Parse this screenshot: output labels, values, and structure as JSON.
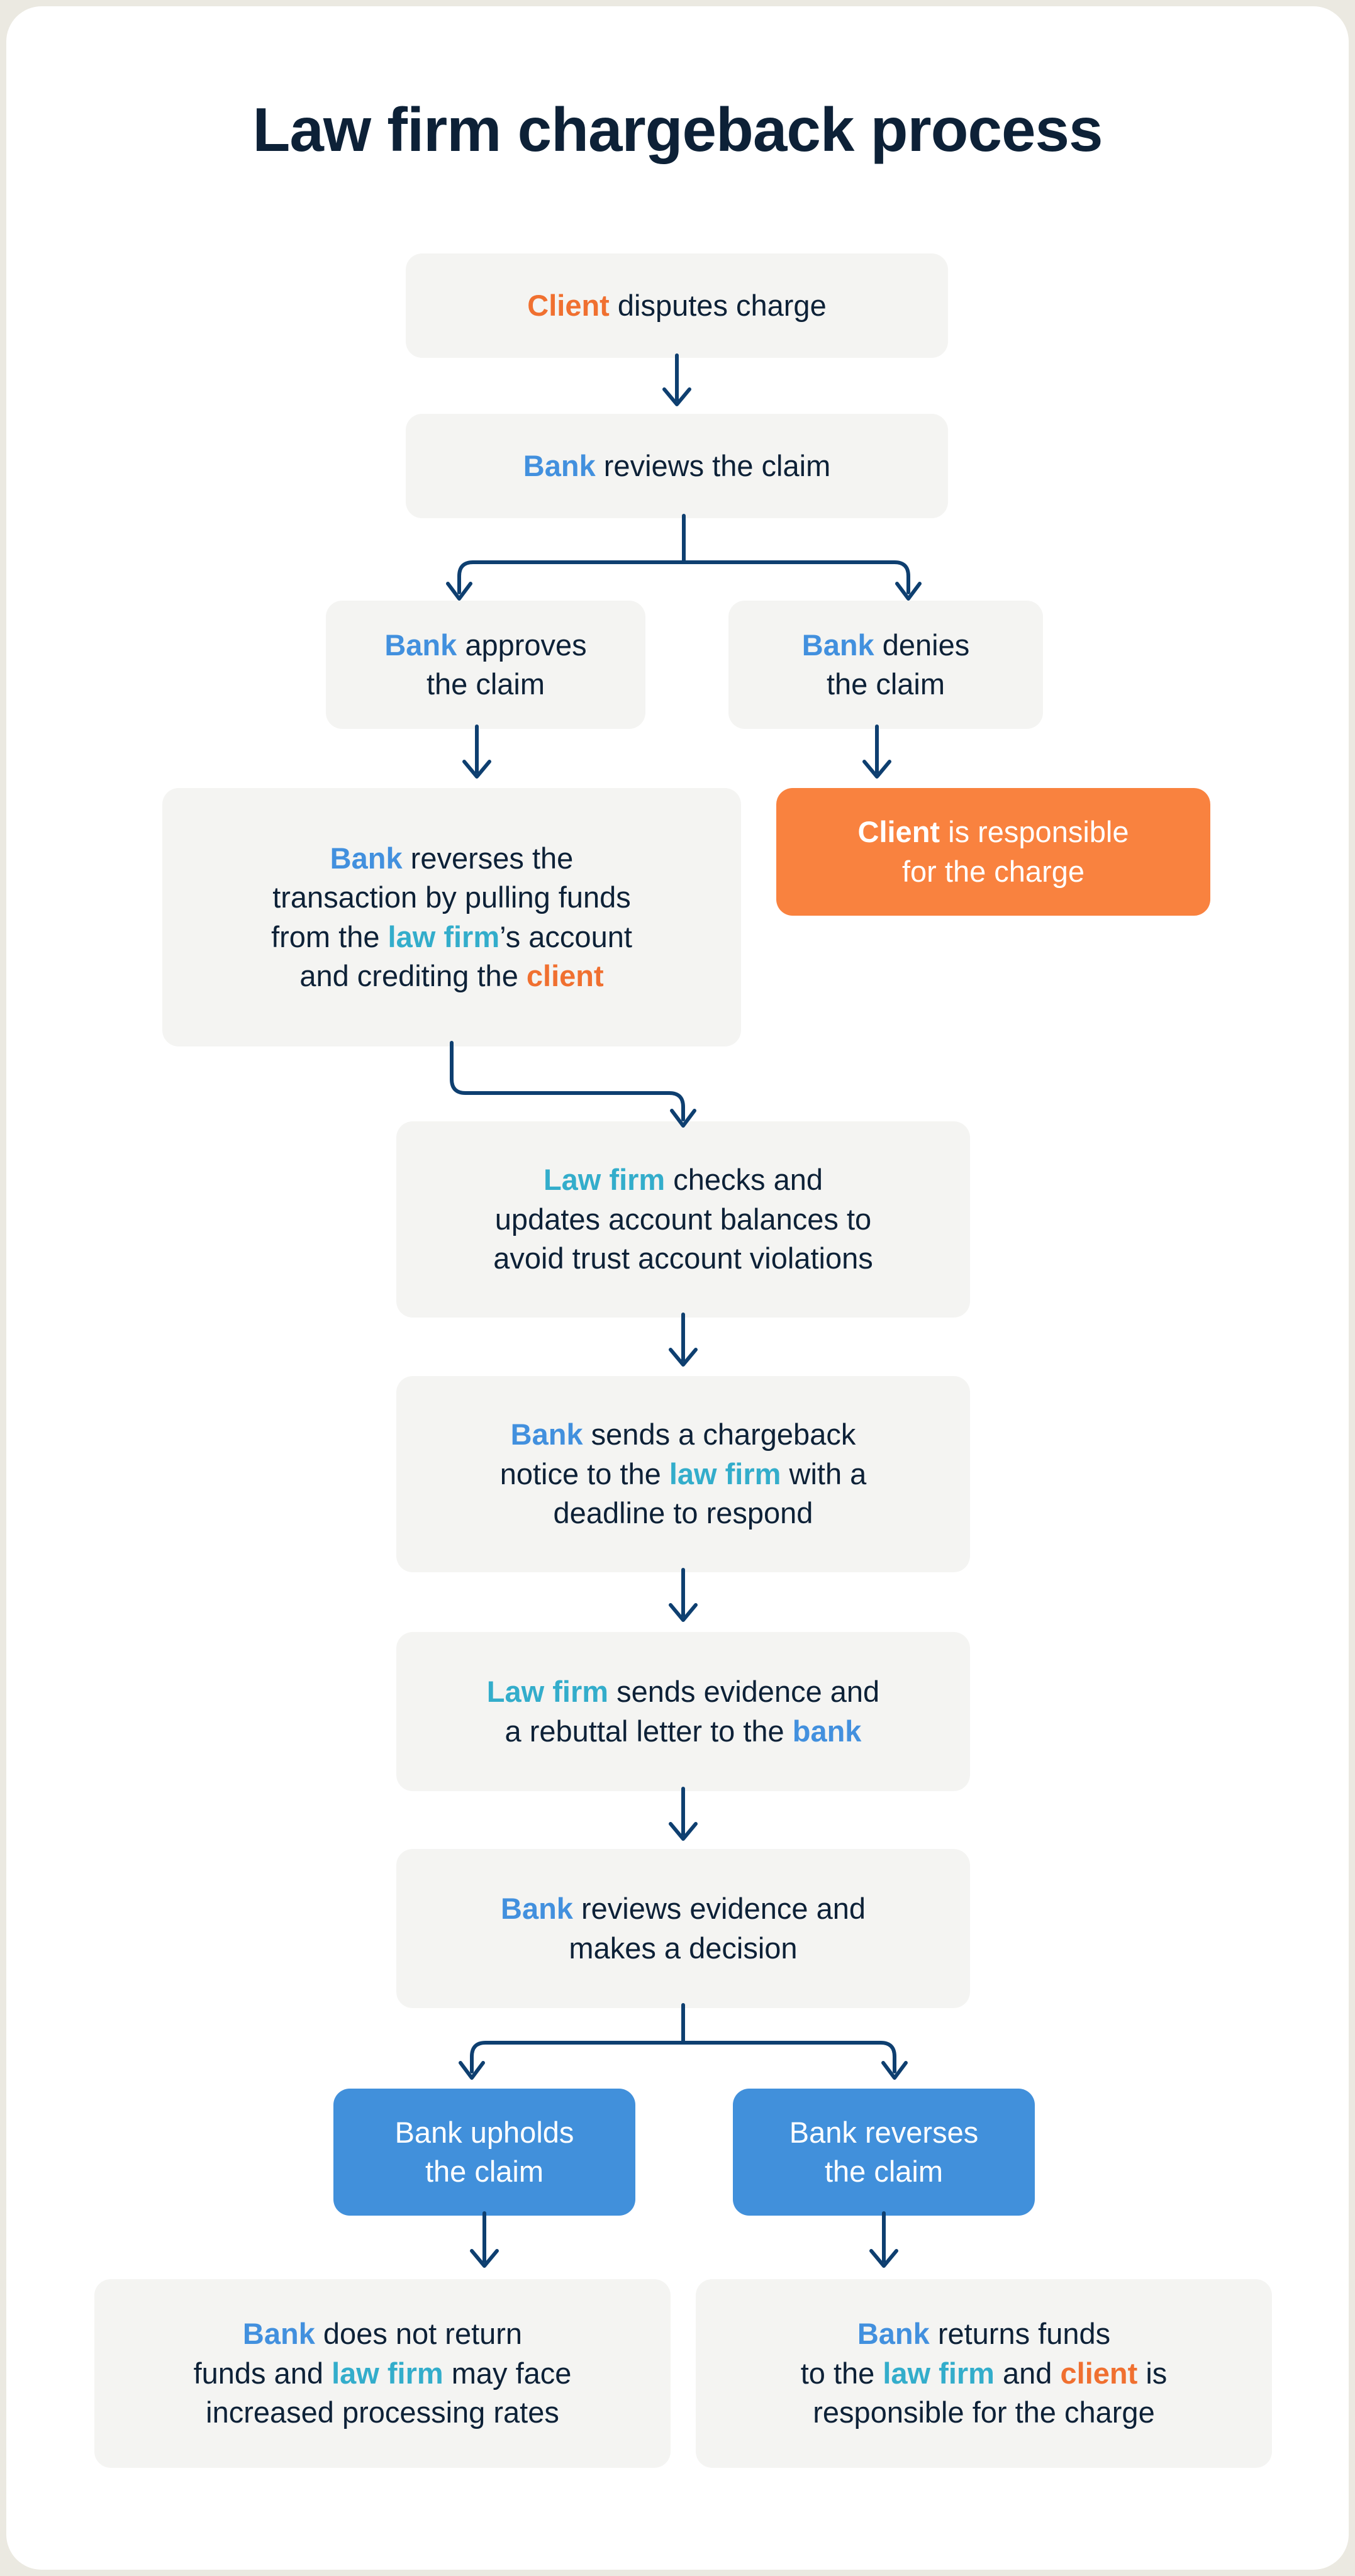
{
  "page": {
    "title": "Law firm chargeback process",
    "background_color": "#ebe9e1",
    "card_color": "#ffffff"
  },
  "colors": {
    "bank": "#4290de",
    "client": "#f07030",
    "law_firm": "#33adcb",
    "node_bg": "#f4f4f2",
    "orange_node_bg": "#f9823f",
    "blue_node_bg": "#4190db",
    "connector": "#0e3f70",
    "text": "#0d2137"
  },
  "chart_data": {
    "type": "flowchart",
    "title": "Law firm chargeback process",
    "orientation": "top-to-bottom",
    "nodes": [
      {
        "id": "n1",
        "text": "Client disputes charge",
        "style": "gray"
      },
      {
        "id": "n2",
        "text": "Bank reviews the claim",
        "style": "gray"
      },
      {
        "id": "n3",
        "text": "Bank approves the claim",
        "style": "gray"
      },
      {
        "id": "n4",
        "text": "Bank denies the claim",
        "style": "gray"
      },
      {
        "id": "n5",
        "text": "Bank reverses the transaction by pulling funds from the law firm's account and crediting the client",
        "style": "gray"
      },
      {
        "id": "n6",
        "text": "Client is responsible for the charge",
        "style": "orange"
      },
      {
        "id": "n7",
        "text": "Law firm checks and updates account balances to avoid trust account violations",
        "style": "gray"
      },
      {
        "id": "n8",
        "text": "Bank sends a chargeback notice to the law firm with a deadline to respond",
        "style": "gray"
      },
      {
        "id": "n9",
        "text": "Law firm sends evidence and a rebuttal letter to the bank",
        "style": "gray"
      },
      {
        "id": "n10",
        "text": "Bank reviews evidence and makes a decision",
        "style": "gray"
      },
      {
        "id": "n11",
        "text": "Bank upholds the claim",
        "style": "blue"
      },
      {
        "id": "n12",
        "text": "Bank reverses the claim",
        "style": "blue"
      },
      {
        "id": "n13",
        "text": "Bank does not return funds and law firm may face increased processing rates",
        "style": "gray"
      },
      {
        "id": "n14",
        "text": "Bank returns funds to the law firm and client is responsible for the charge",
        "style": "gray"
      }
    ],
    "edges": [
      {
        "from": "n1",
        "to": "n2",
        "kind": "straight"
      },
      {
        "from": "n2",
        "to": "n3",
        "kind": "branch-left"
      },
      {
        "from": "n2",
        "to": "n4",
        "kind": "branch-right"
      },
      {
        "from": "n3",
        "to": "n5",
        "kind": "straight"
      },
      {
        "from": "n4",
        "to": "n6",
        "kind": "straight"
      },
      {
        "from": "n5",
        "to": "n7",
        "kind": "step-right"
      },
      {
        "from": "n7",
        "to": "n8",
        "kind": "straight"
      },
      {
        "from": "n8",
        "to": "n9",
        "kind": "straight"
      },
      {
        "from": "n9",
        "to": "n10",
        "kind": "straight"
      },
      {
        "from": "n10",
        "to": "n11",
        "kind": "branch-left"
      },
      {
        "from": "n10",
        "to": "n12",
        "kind": "branch-right"
      },
      {
        "from": "n11",
        "to": "n13",
        "kind": "straight"
      },
      {
        "from": "n12",
        "to": "n14",
        "kind": "straight"
      }
    ]
  },
  "nodes": {
    "n1": {
      "parts": [
        {
          "text": "Client",
          "kw": "client"
        },
        {
          "text": " disputes charge",
          "kw": ""
        }
      ]
    },
    "n2": {
      "parts": [
        {
          "text": "Bank",
          "kw": "bank"
        },
        {
          "text": " reviews the claim",
          "kw": ""
        }
      ]
    },
    "n3": {
      "parts": [
        {
          "text": "Bank",
          "kw": "bank"
        },
        {
          "text": " approves",
          "kw": ""
        },
        {
          "text": "\n",
          "kw": "br"
        },
        {
          "text": "the claim",
          "kw": ""
        }
      ]
    },
    "n4": {
      "parts": [
        {
          "text": "Bank",
          "kw": "bank"
        },
        {
          "text": " denies",
          "kw": ""
        },
        {
          "text": "\n",
          "kw": "br"
        },
        {
          "text": "the claim",
          "kw": ""
        }
      ]
    },
    "n5": {
      "parts": [
        {
          "text": "Bank",
          "kw": "bank"
        },
        {
          "text": " reverses the",
          "kw": ""
        },
        {
          "text": "\n",
          "kw": "br"
        },
        {
          "text": "transaction by pulling funds",
          "kw": ""
        },
        {
          "text": "\n",
          "kw": "br"
        },
        {
          "text": "from the ",
          "kw": ""
        },
        {
          "text": "law firm",
          "kw": "firm"
        },
        {
          "text": "’s account",
          "kw": ""
        },
        {
          "text": "\n",
          "kw": "br"
        },
        {
          "text": "and crediting the ",
          "kw": ""
        },
        {
          "text": "client",
          "kw": "client"
        }
      ]
    },
    "n6": {
      "parts": [
        {
          "text": "Client",
          "kw": "client"
        },
        {
          "text": " is responsible",
          "kw": ""
        },
        {
          "text": "\n",
          "kw": "br"
        },
        {
          "text": "for the charge",
          "kw": ""
        }
      ]
    },
    "n7": {
      "parts": [
        {
          "text": "Law firm",
          "kw": "firm"
        },
        {
          "text": " checks and",
          "kw": ""
        },
        {
          "text": "\n",
          "kw": "br"
        },
        {
          "text": "updates account balances to",
          "kw": ""
        },
        {
          "text": "\n",
          "kw": "br"
        },
        {
          "text": "avoid trust account violations",
          "kw": ""
        }
      ]
    },
    "n8": {
      "parts": [
        {
          "text": "Bank",
          "kw": "bank"
        },
        {
          "text": " sends a chargeback",
          "kw": ""
        },
        {
          "text": "\n",
          "kw": "br"
        },
        {
          "text": "notice to the ",
          "kw": ""
        },
        {
          "text": "law firm",
          "kw": "firm"
        },
        {
          "text": " with a",
          "kw": ""
        },
        {
          "text": "\n",
          "kw": "br"
        },
        {
          "text": "deadline to respond",
          "kw": ""
        }
      ]
    },
    "n9": {
      "parts": [
        {
          "text": "Law firm",
          "kw": "firm"
        },
        {
          "text": " sends evidence and",
          "kw": ""
        },
        {
          "text": "\n",
          "kw": "br"
        },
        {
          "text": "a rebuttal letter to the ",
          "kw": ""
        },
        {
          "text": "bank",
          "kw": "bank"
        }
      ]
    },
    "n10": {
      "parts": [
        {
          "text": "Bank",
          "kw": "bank"
        },
        {
          "text": " reviews evidence and",
          "kw": ""
        },
        {
          "text": "\n",
          "kw": "br"
        },
        {
          "text": "makes a decision",
          "kw": ""
        }
      ]
    },
    "n11": {
      "parts": [
        {
          "text": "Bank upholds",
          "kw": ""
        },
        {
          "text": "\n",
          "kw": "br"
        },
        {
          "text": "the claim",
          "kw": ""
        }
      ]
    },
    "n12": {
      "parts": [
        {
          "text": "Bank reverses",
          "kw": ""
        },
        {
          "text": "\n",
          "kw": "br"
        },
        {
          "text": "the claim",
          "kw": ""
        }
      ]
    },
    "n13": {
      "parts": [
        {
          "text": "Bank",
          "kw": "bank"
        },
        {
          "text": " does not return",
          "kw": ""
        },
        {
          "text": "\n",
          "kw": "br"
        },
        {
          "text": "funds and ",
          "kw": ""
        },
        {
          "text": "law firm",
          "kw": "firm"
        },
        {
          "text": " may face",
          "kw": ""
        },
        {
          "text": "\n",
          "kw": "br"
        },
        {
          "text": "increased processing rates",
          "kw": ""
        }
      ]
    },
    "n14": {
      "parts": [
        {
          "text": "Bank",
          "kw": "bank"
        },
        {
          "text": " returns funds",
          "kw": ""
        },
        {
          "text": "\n",
          "kw": "br"
        },
        {
          "text": "to the ",
          "kw": ""
        },
        {
          "text": "law firm",
          "kw": "firm"
        },
        {
          "text": " and ",
          "kw": ""
        },
        {
          "text": "client",
          "kw": "client"
        },
        {
          "text": " is",
          "kw": ""
        },
        {
          "text": "\n",
          "kw": "br"
        },
        {
          "text": "responsible for the charge",
          "kw": ""
        }
      ]
    }
  }
}
